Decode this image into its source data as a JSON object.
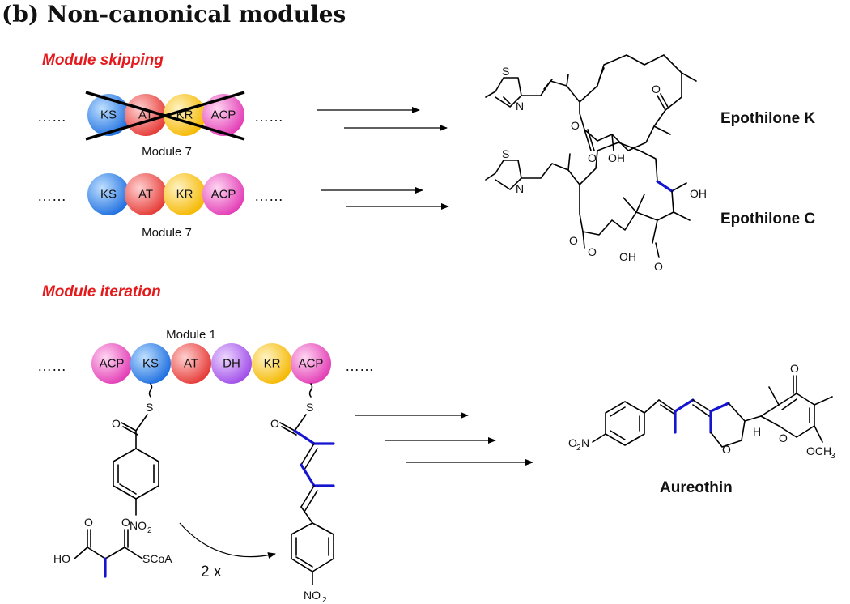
{
  "title": "(b) Non-canonical modules",
  "sections": {
    "skipping": "Module skipping",
    "iteration": "Module iteration"
  },
  "colors": {
    "KS": "#3b82f6",
    "AT": "#ef5350",
    "KR": "#fbc02d",
    "ACP": "#ec4fc0",
    "DH": "#b05cf0",
    "section_red": "#e41a1c",
    "highlight_blue": "#1515d0"
  },
  "ellipsis": "……",
  "rows": {
    "skip_row": {
      "domains": [
        "KS",
        "AT",
        "KR",
        "ACP"
      ],
      "module_label": "Module 7",
      "crossed": true
    },
    "normal_row": {
      "domains": [
        "KS",
        "AT",
        "KR",
        "ACP"
      ],
      "module_label": "Module 7",
      "crossed": false
    },
    "iter_row": {
      "domains": [
        "ACP",
        "KS",
        "AT",
        "DH",
        "KR",
        "ACP"
      ],
      "module_label": "Module 1"
    }
  },
  "compounds": {
    "epo_k": "Epothilone K",
    "epo_c": "Epothilone C",
    "aureothin": "Aureothin"
  },
  "atoms": {
    "S": "S",
    "N": "N",
    "O": "O",
    "OH": "OH",
    "H": "H",
    "NO2_base": "NO",
    "NO2_sub": "2",
    "O2N_o": "O",
    "O2N_sub": "2",
    "O2N_n": "N",
    "HO": "HO",
    "SCoA": "SCoA",
    "OCH3_base": "OCH",
    "OCH3_sub": "3"
  },
  "multiplier": "2 x"
}
